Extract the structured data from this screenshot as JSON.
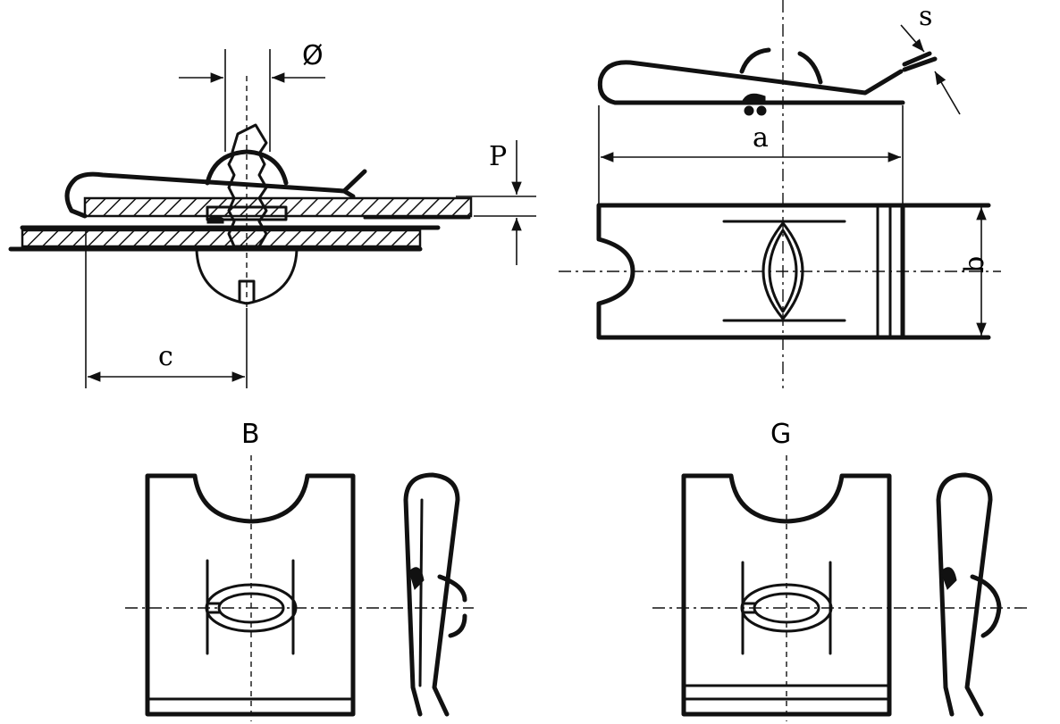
{
  "labels": {
    "diameter": "Ø",
    "pitch": "P",
    "dim_c": "c",
    "thickness": "s",
    "dim_a": "a",
    "dim_b": "b",
    "variant_b": "B",
    "variant_g": "G"
  },
  "colors": {
    "ink": "#111111",
    "paper": "#ffffff"
  }
}
